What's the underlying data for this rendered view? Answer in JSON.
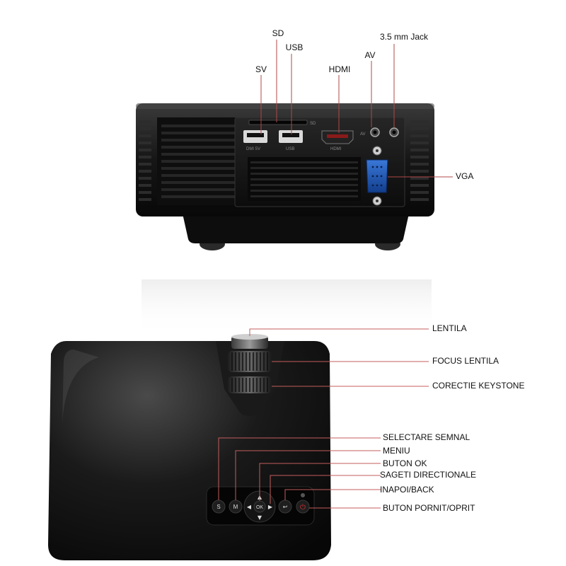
{
  "top_labels": {
    "sd": "SD",
    "usb": "USB",
    "sv": "SV",
    "hdmi": "HDMI",
    "av": "AV",
    "jack": "3.5 mm Jack",
    "vga": "VGA"
  },
  "port_prints": {
    "usb_a": "DMI  5V",
    "usb_b": "USB",
    "hdmi": "HDMI",
    "av": "AV",
    "sd": "SD"
  },
  "bottom_labels": {
    "lens": "LENTILA",
    "focus": "FOCUS LENTILA",
    "keystone": "CORECTIE KEYSTONE",
    "source": "SELECTARE SEMNAL",
    "menu": "MENIU",
    "ok": "BUTON OK",
    "arrows": "SAGETI DIRECTIONALE",
    "back": "INAPOI/BACK",
    "power": "BUTON PORNIT/OPRIT"
  },
  "keypad": {
    "source": "S",
    "menu": "M",
    "ok": "OK",
    "back": "↩",
    "power": "⏻",
    "up": "▲",
    "down": "▼",
    "left": "◀",
    "right": "▶"
  },
  "colors": {
    "body": "#141414",
    "vga_blue": "#1f57b5",
    "power_red": "#d63030",
    "leader": "#c45c5c"
  }
}
